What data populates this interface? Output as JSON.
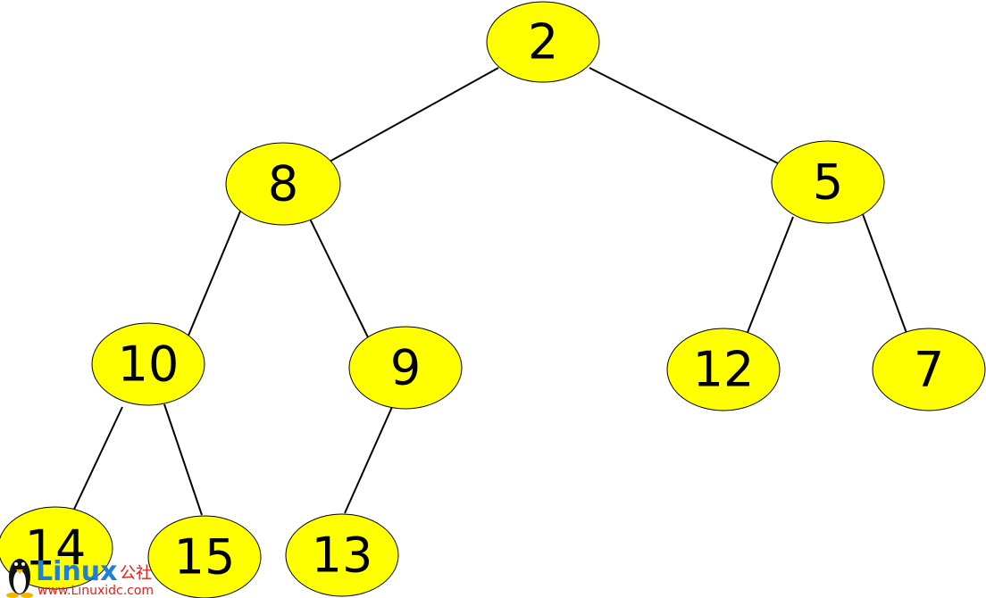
{
  "colors": {
    "node_fill": "#ffff00",
    "node_stroke": "#000000",
    "edge": "#000000",
    "watermark_blue": "#1f7fd0",
    "watermark_red": "#e0201c"
  },
  "tree": {
    "nodes": [
      {
        "id": "n2",
        "label": "2"
      },
      {
        "id": "n8",
        "label": "8"
      },
      {
        "id": "n5",
        "label": "5"
      },
      {
        "id": "n10",
        "label": "10"
      },
      {
        "id": "n9",
        "label": "9"
      },
      {
        "id": "n12",
        "label": "12"
      },
      {
        "id": "n7",
        "label": "7"
      },
      {
        "id": "n14",
        "label": "14"
      },
      {
        "id": "n15",
        "label": "15"
      },
      {
        "id": "n13",
        "label": "13"
      }
    ],
    "edges": [
      {
        "from": "n2",
        "to": "n8"
      },
      {
        "from": "n2",
        "to": "n5"
      },
      {
        "from": "n8",
        "to": "n10"
      },
      {
        "from": "n8",
        "to": "n9"
      },
      {
        "from": "n5",
        "to": "n12"
      },
      {
        "from": "n5",
        "to": "n7"
      },
      {
        "from": "n10",
        "to": "n14"
      },
      {
        "from": "n10",
        "to": "n15"
      },
      {
        "from": "n9",
        "to": "n13"
      }
    ]
  },
  "watermark": {
    "brand": "Linux",
    "brand_suffix": "公社",
    "url": "www.Linuxidc.com",
    "icon": "penguin-icon"
  }
}
